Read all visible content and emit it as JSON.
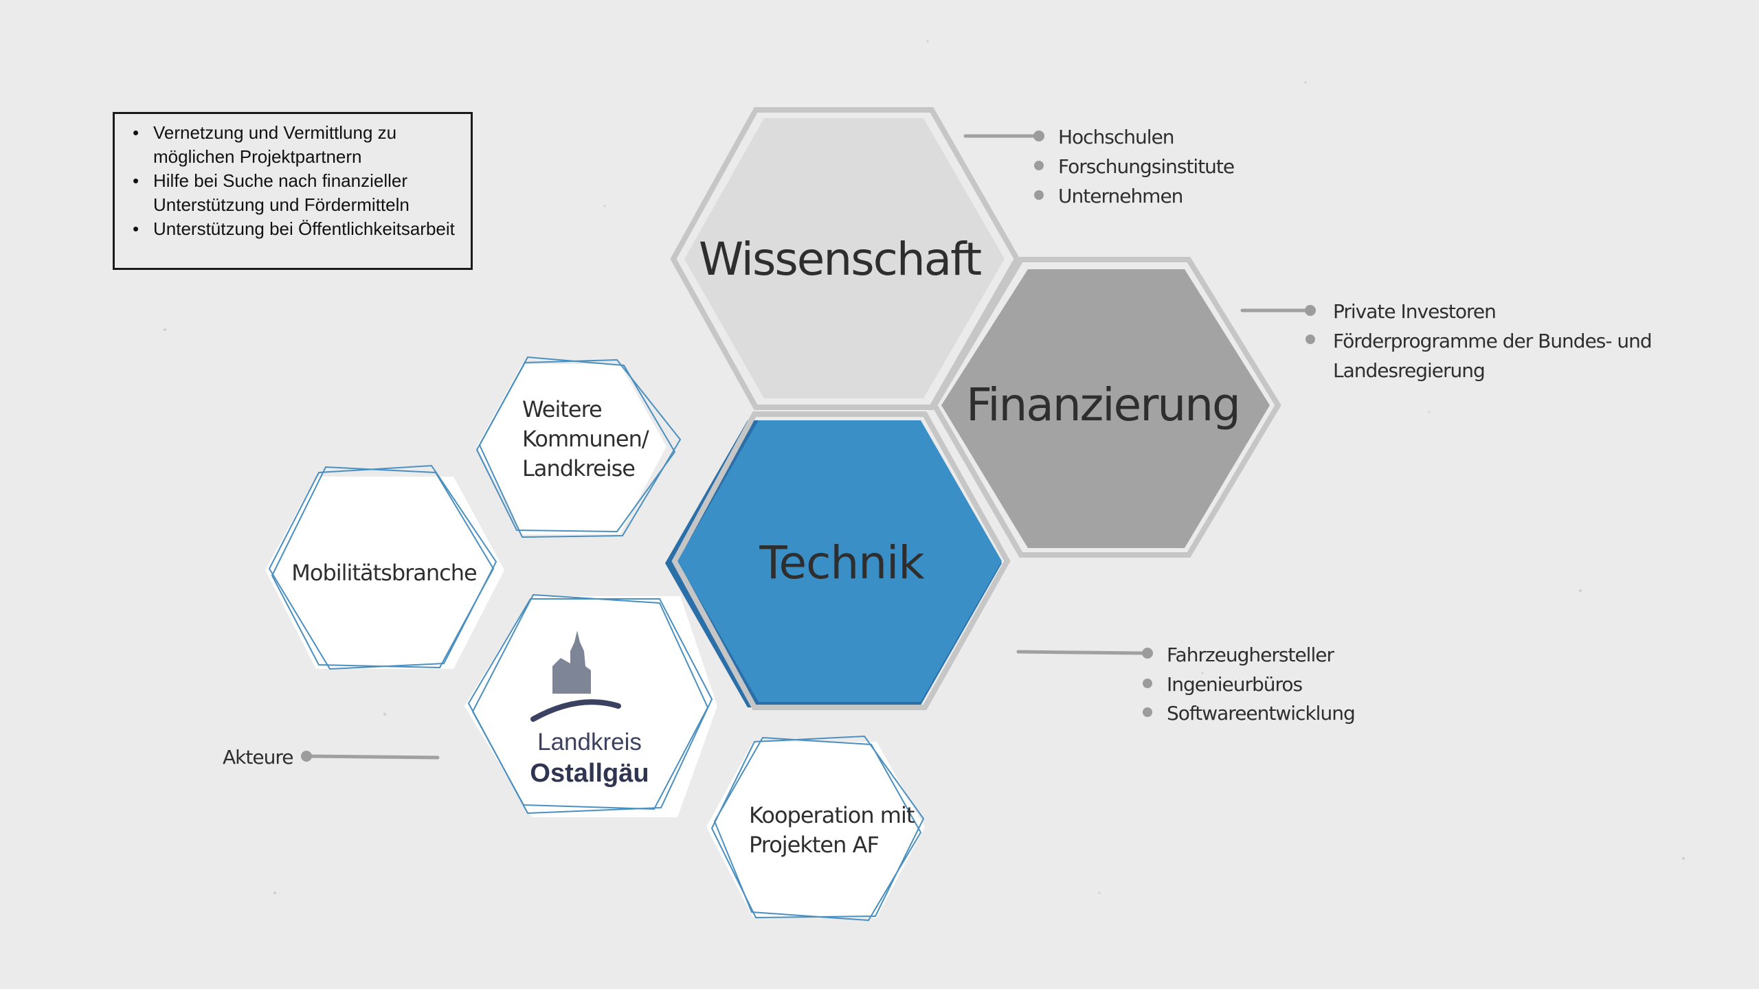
{
  "info_box": {
    "items": [
      "Vernetzung und Vermittlung zu möglichen Projektpartnern",
      "Hilfe bei Suche nach finanzieller Unterstützung und Fördermitteln",
      "Unterstützung bei Öffentlichkeitsarbeit"
    ]
  },
  "hexagons": {
    "wissenschaft": "Wissenschaft",
    "finanzierung": "Finanzierung",
    "technik": "Technik",
    "kommunen": [
      "Weitere",
      "Kommunen/",
      "Landkreise"
    ],
    "mobilitaet": "Mobilitätsbranche",
    "kooperation": [
      "Kooperation mit",
      "Projekten AF"
    ]
  },
  "logo": {
    "line1": "Landkreis",
    "line2": "Ostallgäu"
  },
  "lists": {
    "wissenschaft": [
      "Hochschulen",
      "Forschungsinstitute",
      "Unternehmen"
    ],
    "finanzierung": [
      "Private Investoren",
      "Förderprogramme der Bundes- und",
      "Landesregierung"
    ],
    "technik": [
      "Fahrzeughersteller",
      "Ingenieurbüros",
      "Softwareentwicklung"
    ]
  },
  "akteure_label": "Akteure",
  "colors": {
    "background": "#ebebeb",
    "wissenschaft_fill": "#dcdcdc",
    "finanzierung_fill": "#a3a3a3",
    "technik_fill": "#3b8fc7",
    "technik_shadow": "#2a6fa8",
    "outline_blue": "#4a8fbf",
    "frame_gray": "#c8c8c8",
    "connector_gray": "#a0a0a0",
    "text_dark": "#2e2e2e"
  }
}
